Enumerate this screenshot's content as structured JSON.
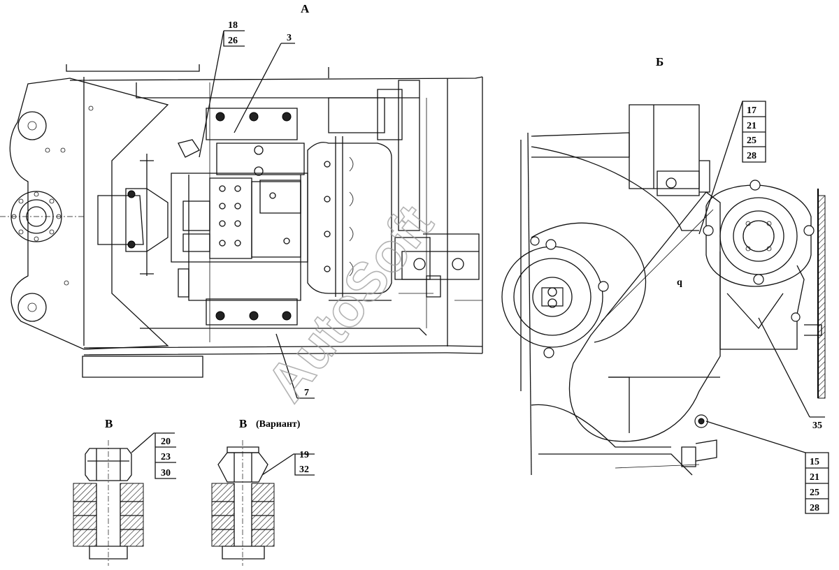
{
  "views": {
    "a": "А",
    "b": "Б",
    "v1": "В",
    "v2": "В",
    "v2_note": "(Вариант)"
  },
  "callouts_a": {
    "c18": "18",
    "c26": "26",
    "c3": "3",
    "c7": "7"
  },
  "callouts_b": {
    "top": [
      "17",
      "21",
      "25",
      "28"
    ],
    "c35": "35",
    "bottom": [
      "15",
      "21",
      "25",
      "28"
    ],
    "q": "q"
  },
  "callouts_v1": [
    "20",
    "23",
    "30"
  ],
  "callouts_v2": [
    "19",
    "32"
  ],
  "watermark": "AutoSoft",
  "colors": {
    "line": "#111111",
    "background": "#ffffff",
    "watermark": "#9a9a9a"
  }
}
